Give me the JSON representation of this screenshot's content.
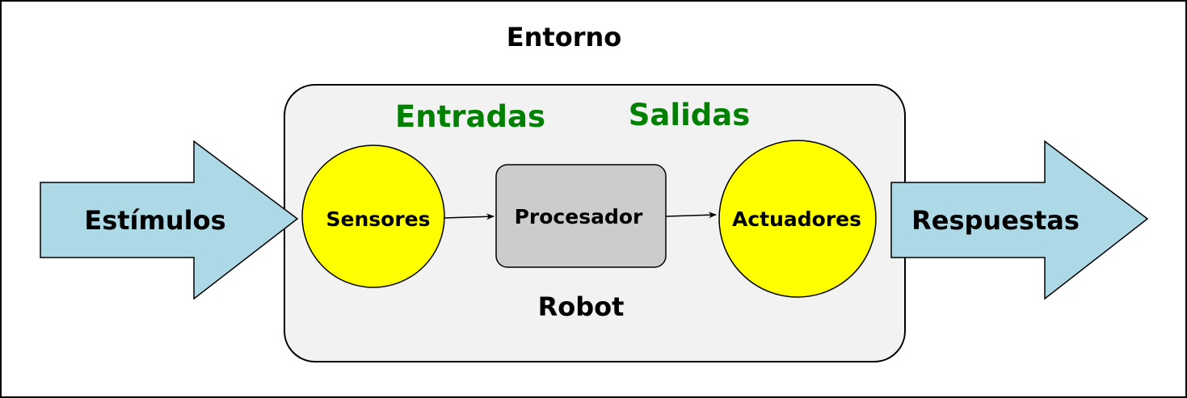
{
  "environment": {
    "label": "Entorno"
  },
  "robot": {
    "label": "Robot"
  },
  "headers": {
    "inputs": "Entradas",
    "outputs": "Salidas"
  },
  "nodes": {
    "stimuli": "Estímulos",
    "sensors": "Sensores",
    "processor": "Procesador",
    "actuators": "Actuadores",
    "responses": "Respuestas"
  },
  "colors": {
    "arrow_fill": "#add8e6",
    "robot_fill": "#f2f2f2",
    "node_fill": "#ffff00",
    "processor_fill": "#cccccc",
    "header_text": "#008000",
    "stroke": "#000000"
  }
}
